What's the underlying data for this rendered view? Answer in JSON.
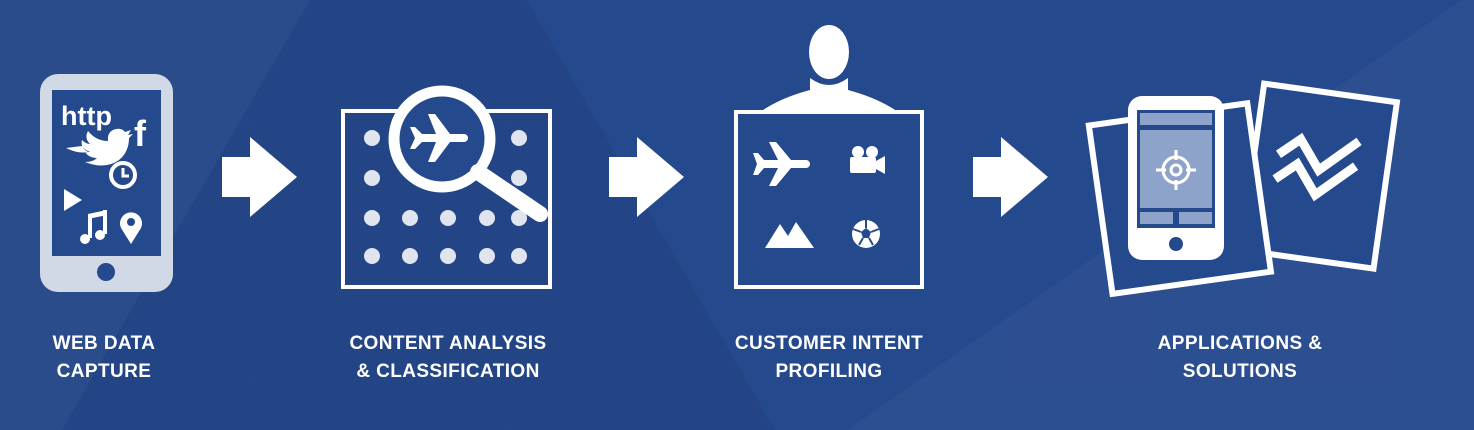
{
  "colors": {
    "background": "#25498d",
    "foreground": "#ffffff",
    "phone_fill": "#d2d9e6",
    "dot": "#dfe4ee"
  },
  "stages": [
    {
      "id": "web-data-capture",
      "icon": "smartphone-social-icons",
      "label_lines": [
        "WEB DATA",
        "CAPTURE"
      ],
      "inner": {
        "http_text": "http",
        "facebook_text": "f"
      }
    },
    {
      "id": "content-analysis",
      "icon": "magnifier-over-dot-grid",
      "label_lines": [
        "CONTENT ANALYSIS",
        "& CLASSIFICATION"
      ]
    },
    {
      "id": "customer-intent",
      "icon": "person-holding-interest-board",
      "label_lines": [
        "CUSTOMER INTENT",
        "PROFILING"
      ]
    },
    {
      "id": "applications",
      "icon": "phone-target-and-chart-cards",
      "label_lines": [
        "APPLICATIONS &",
        "SOLUTIONS"
      ]
    }
  ],
  "arrows": [
    "arrow-right-icon",
    "arrow-right-icon",
    "arrow-right-icon"
  ]
}
